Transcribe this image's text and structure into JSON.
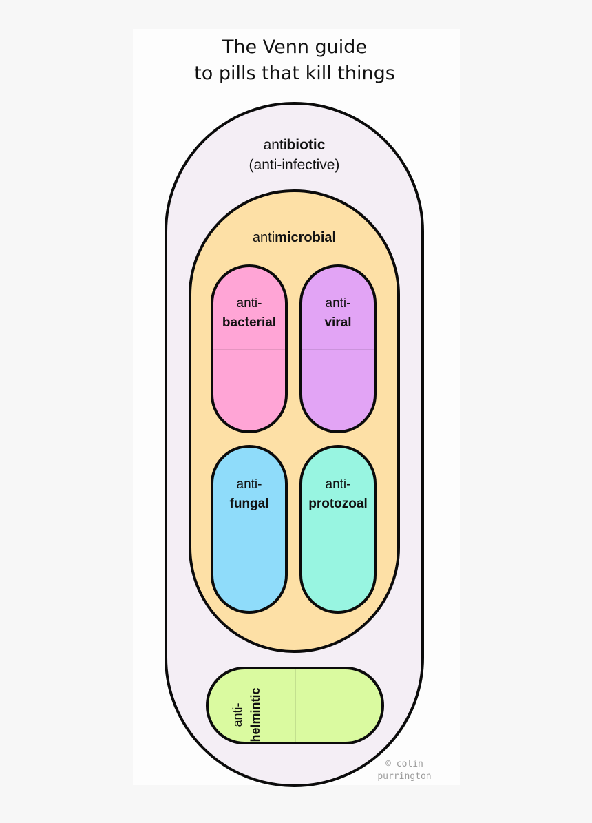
{
  "title": {
    "line1": "The Venn guide",
    "line2": "to pills that kill things"
  },
  "categories": {
    "antibiotic": {
      "prefix": "anti",
      "bold": "biotic",
      "subtitle": "(anti-infective)",
      "color": "#f4eef5"
    },
    "antimicrobial": {
      "prefix": "anti",
      "bold": "microbial",
      "color": "#fde0a6"
    },
    "antibacterial": {
      "prefix": "anti-",
      "bold": "bacterial",
      "color": "#ffa5d6"
    },
    "antiviral": {
      "prefix": "anti-",
      "bold": "viral",
      "color": "#e2a4f5"
    },
    "antifungal": {
      "prefix": "anti-",
      "bold": "fungal",
      "color": "#8fdcfa"
    },
    "antiprotozoal": {
      "prefix": "anti-",
      "bold": "protozoal",
      "color": "#98f5e1"
    },
    "antihelmintic": {
      "prefix": "anti-",
      "bold": "helmintic",
      "color": "#dafaa0"
    }
  },
  "credit": {
    "line1": "© colin",
    "line2": "purrington"
  }
}
